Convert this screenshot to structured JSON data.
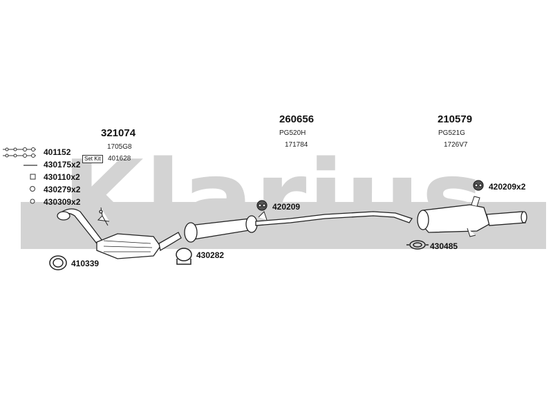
{
  "watermark": {
    "text": "Klarius"
  },
  "kit_label": "Set Kit",
  "assemblies": {
    "front": {
      "part": "321074",
      "ref": "1705G8",
      "kit_part": "401628"
    },
    "middle": {
      "part": "260656",
      "ref1": "PG520H",
      "ref2": "171784"
    },
    "rear": {
      "part": "210579",
      "ref1": "PG521G",
      "ref2": "1726V7"
    }
  },
  "kit_items": [
    "401152",
    "430175x2",
    "430110x2",
    "430279x2",
    "430309x2"
  ],
  "accessories": {
    "gasket_front": "410339",
    "clamp_mid": "430282",
    "hanger_mid": "420209",
    "hanger_rear": "420209x2",
    "clamp_rear": "430485"
  },
  "colors": {
    "watermark": "#d3d3d3",
    "line": "#222222",
    "part_fill": "#ffffff"
  }
}
